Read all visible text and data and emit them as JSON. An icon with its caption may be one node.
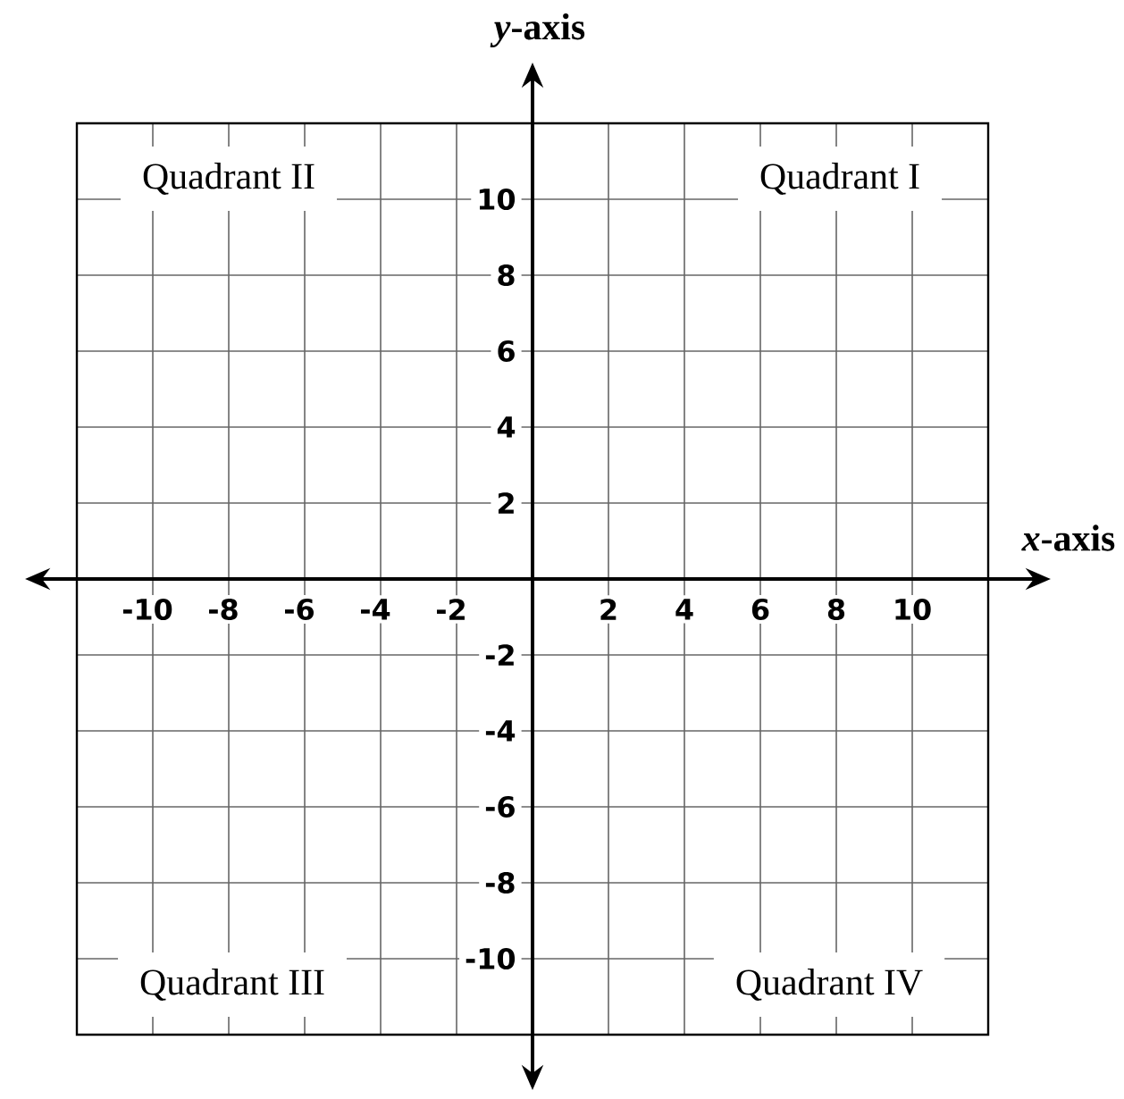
{
  "diagram": {
    "labels": [
      "*y*-axis",
      "Quadrant II",
      "10",
      "Quadrant I",
      "8",
      "6",
      "4",
      "2",
      "*x*-axis",
      "-10",
      "-8",
      "-6",
      "-4",
      "-2",
      "2",
      "4",
      "6",
      "8",
      "10",
      "-2",
      "-4",
      "-6",
      "-8",
      "-10",
      "Quadrant III",
      "Quadrant IV"
    ]
  }
}
